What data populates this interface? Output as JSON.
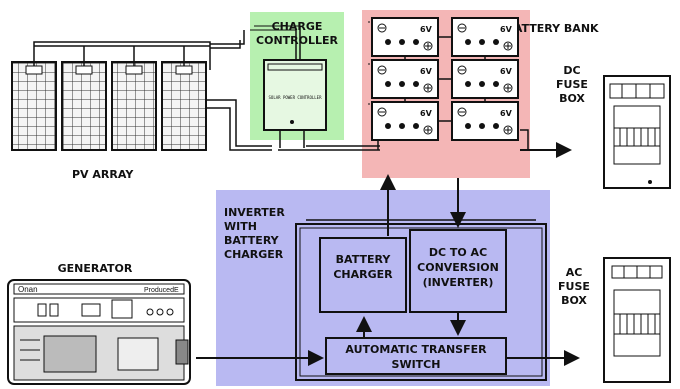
{
  "labels": {
    "charge_controller_line1": "CHARGE",
    "charge_controller_line2": "CONTROLLER",
    "battery_bank": "BATTERY BANK",
    "pv_array": "PV ARRAY",
    "dc_fuse_box_line1": "DC",
    "dc_fuse_box_line2": "FUSE",
    "dc_fuse_box_line3": "BOX",
    "inverter_line1": "INVERTER",
    "inverter_line2": "WITH",
    "inverter_line3": "BATTERY",
    "inverter_line4": "CHARGER",
    "battery_charger_line1": "BATTERY",
    "battery_charger_line2": "CHARGER",
    "dc_ac_line1": "DC TO AC",
    "dc_ac_line2": "CONVERSION",
    "dc_ac_line3": "(INVERTER)",
    "transfer_switch_line1": "AUTOMATIC TRANSFER",
    "transfer_switch_line2": "SWITCH",
    "generator": "GENERATOR",
    "generator_brand": "Onan",
    "generator_model": "ProducedE",
    "ac_fuse_box_line1": "AC",
    "ac_fuse_box_line2": "FUSE",
    "ac_fuse_box_line3": "BOX",
    "battery_voltage": "6V",
    "controller_faceplate": "SOLAR POWER CONTROLLER"
  },
  "colors": {
    "charge_controller_bg": "#b7f0b0",
    "battery_bank_bg": "#f4b6b6",
    "inverter_bg": "#b9b9f2",
    "line": "#111111"
  }
}
